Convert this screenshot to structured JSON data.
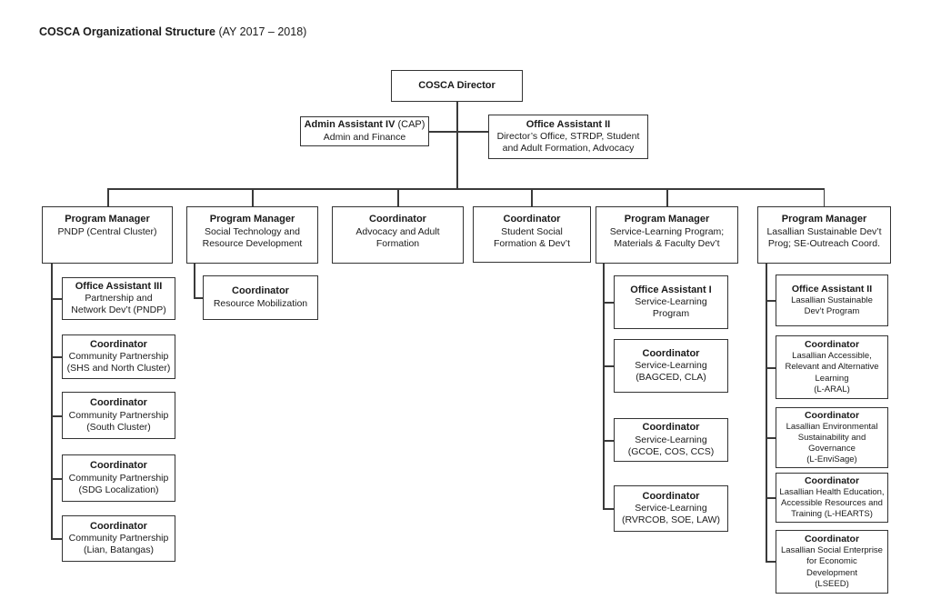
{
  "page_title": {
    "bold": "COSCA Organizational Structure",
    "normal": " (AY 2017 – 2018)"
  },
  "director": {
    "title": "COSCA Director"
  },
  "admin_assistant": {
    "title_bold": "Admin Assistant IV",
    "title_normal": " (CAP)",
    "body": "Admin and Finance"
  },
  "office_assistant": {
    "title": "Office Assistant II",
    "body": "Director’s Office, STRDP, Student\nand Adult Formation, Advocacy"
  },
  "level2": [
    {
      "title": "Program Manager",
      "body": "PNDP (Central Cluster)"
    },
    {
      "title": "Program Manager",
      "body": "Social Technology and\nResource Development"
    },
    {
      "title": "Coordinator",
      "body": "Advocacy and Adult\nFormation"
    },
    {
      "title": "Coordinator",
      "body": "Student Social\nFormation & Dev’t"
    },
    {
      "title": "Program Manager",
      "body": "Service-Learning Program;\nMaterials & Faculty Dev’t"
    },
    {
      "title": "Program Manager",
      "body": "Lasallian Sustainable Dev’t\nProg; SE-Outreach Coord."
    }
  ],
  "col1": [
    {
      "title": "Office Assistant III",
      "body": "Partnership and\nNetwork Dev’t (PNDP)"
    },
    {
      "title": "Coordinator",
      "body": "Community Partnership\n(SHS and North Cluster)"
    },
    {
      "title": "Coordinator",
      "body": "Community Partnership\n(South Cluster)"
    },
    {
      "title": "Coordinator",
      "body": "Community Partnership\n(SDG Localization)"
    },
    {
      "title": "Coordinator",
      "body": "Community Partnership\n(Lian, Batangas)"
    }
  ],
  "col2": [
    {
      "title": "Coordinator",
      "body": "Resource Mobilization"
    }
  ],
  "col5": [
    {
      "title": "Office Assistant I",
      "body": "Service-Learning\nProgram"
    },
    {
      "title": "Coordinator",
      "body": "Service-Learning\n(BAGCED, CLA)"
    },
    {
      "title": "Coordinator",
      "body": "Service-Learning\n(GCOE, COS, CCS)"
    },
    {
      "title": "Coordinator",
      "body": "Service-Learning\n(RVRCOB, SOE, LAW)"
    }
  ],
  "col6": [
    {
      "title": "Office Assistant II",
      "body": "Lasallian Sustainable\nDev’t Program"
    },
    {
      "title": "Coordinator",
      "body": "Lasallian Accessible,\nRelevant and Alternative\nLearning\n(L-ARAL)"
    },
    {
      "title": "Coordinator",
      "body": "Lasallian Environmental\nSustainability and\nGovernance\n(L-EnviSage)"
    },
    {
      "title": "Coordinator",
      "body": "Lasallian Health Education,\nAccessible Resources and\nTraining (L-HEARTS)"
    },
    {
      "title": "Coordinator",
      "body": "Lasallian Social Enterprise\nfor Economic\nDevelopment\n(LSEED)"
    }
  ]
}
